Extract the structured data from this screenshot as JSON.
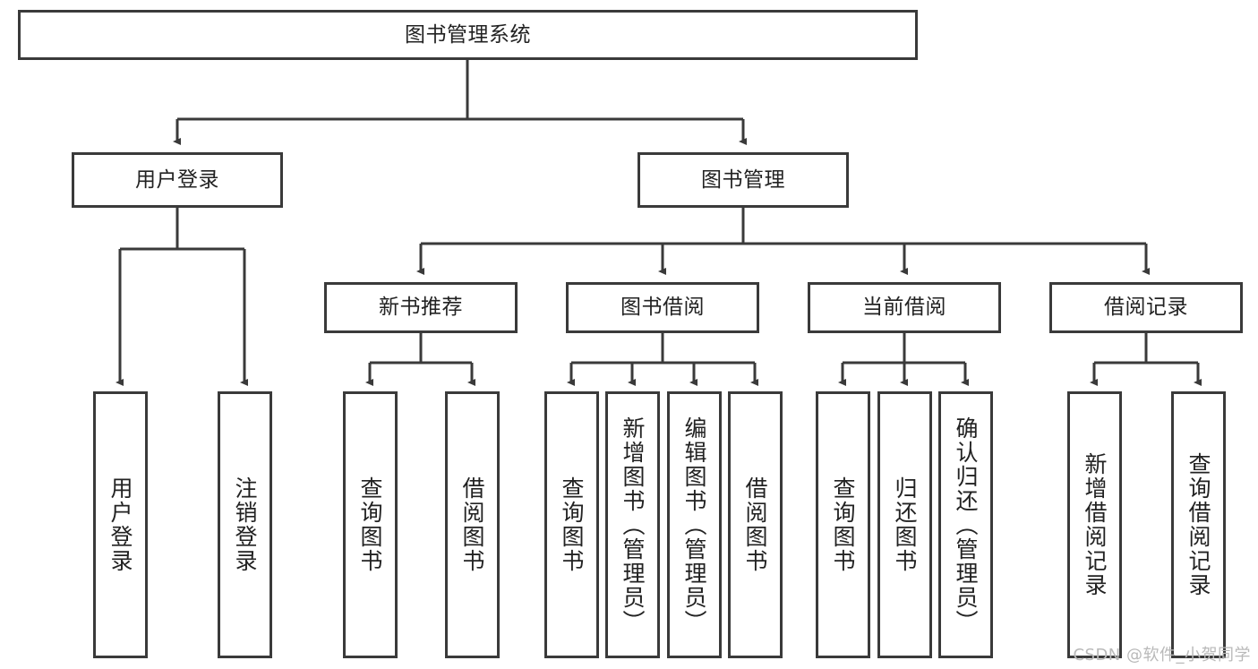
{
  "diagram": {
    "type": "tree-hierarchy-chart",
    "title": "图书管理系统",
    "watermark": "CSDN @软件_小贺同学",
    "colors": {
      "stroke": "#3a3a3a",
      "fill": "#ffffff",
      "text": "#222222",
      "watermark": "#b9b9b9"
    },
    "nodes": {
      "root": {
        "label": "图书管理系统"
      },
      "level2": [
        {
          "id": "user-login",
          "label": "用户登录"
        },
        {
          "id": "book-manage",
          "label": "图书管理"
        }
      ],
      "level3": [
        {
          "id": "new-book-recommend",
          "label": "新书推荐"
        },
        {
          "id": "book-borrow",
          "label": "图书借阅"
        },
        {
          "id": "current-borrow",
          "label": "当前借阅"
        },
        {
          "id": "borrow-record",
          "label": "借阅记录"
        }
      ],
      "leaves": {
        "user-login": [
          {
            "id": "leaf-user-login",
            "label": "用户登录"
          },
          {
            "id": "leaf-logout",
            "label": "注销登录"
          }
        ],
        "new-book-recommend": [
          {
            "id": "leaf-query-book-1",
            "label": "查询图书"
          },
          {
            "id": "leaf-borrow-book-1",
            "label": "借阅图书"
          }
        ],
        "book-borrow": [
          {
            "id": "leaf-query-book-2",
            "label": "查询图书"
          },
          {
            "id": "leaf-add-book",
            "label": "新增图书（管理员）"
          },
          {
            "id": "leaf-edit-book",
            "label": "编辑图书（管理员）"
          },
          {
            "id": "leaf-borrow-book-2",
            "label": "借阅图书"
          }
        ],
        "current-borrow": [
          {
            "id": "leaf-query-book-3",
            "label": "查询图书"
          },
          {
            "id": "leaf-return-book",
            "label": "归还图书"
          },
          {
            "id": "leaf-confirm-return",
            "label": "确认归还（管理员）"
          }
        ],
        "borrow-record": [
          {
            "id": "leaf-add-record",
            "label": "新增借阅记录"
          },
          {
            "id": "leaf-query-record",
            "label": "查询借阅记录"
          }
        ]
      }
    }
  }
}
